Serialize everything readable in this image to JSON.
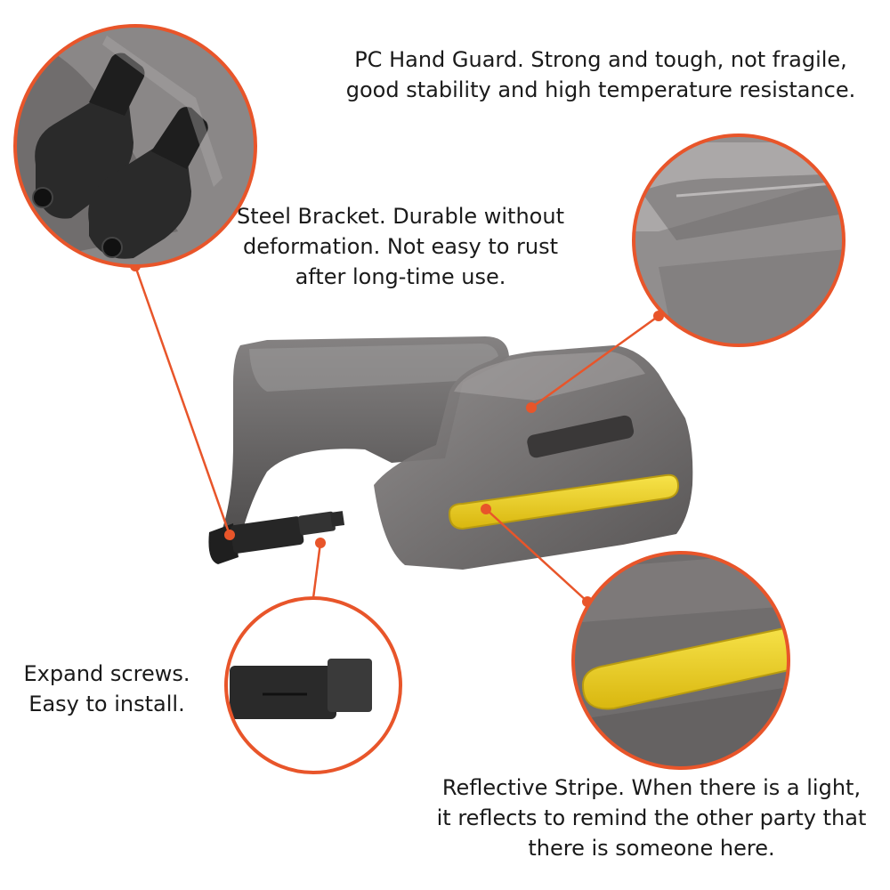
{
  "captions": {
    "pc_hand_guard": {
      "line1": "PC Hand Guard. Strong and tough, not fragile,",
      "line2": "good stability and high temperature resistance."
    },
    "steel_bracket": {
      "line1": "Steel Bracket. Durable without",
      "line2": "deformation. Not easy to rust",
      "line3": "after long-time use."
    },
    "expand_screws": {
      "line1": "Expand screws.",
      "line2": "Easy to install."
    },
    "reflective_stripe": {
      "line1": "Reflective Stripe. When there is a light,",
      "line2": "it reflects to remind the other party that",
      "line3": "there is someone here."
    }
  },
  "colors": {
    "accent": "#E8552A",
    "stripe": "#F2D21A",
    "guard": "#6E6B6B",
    "bracket": "#1F1F1F"
  }
}
